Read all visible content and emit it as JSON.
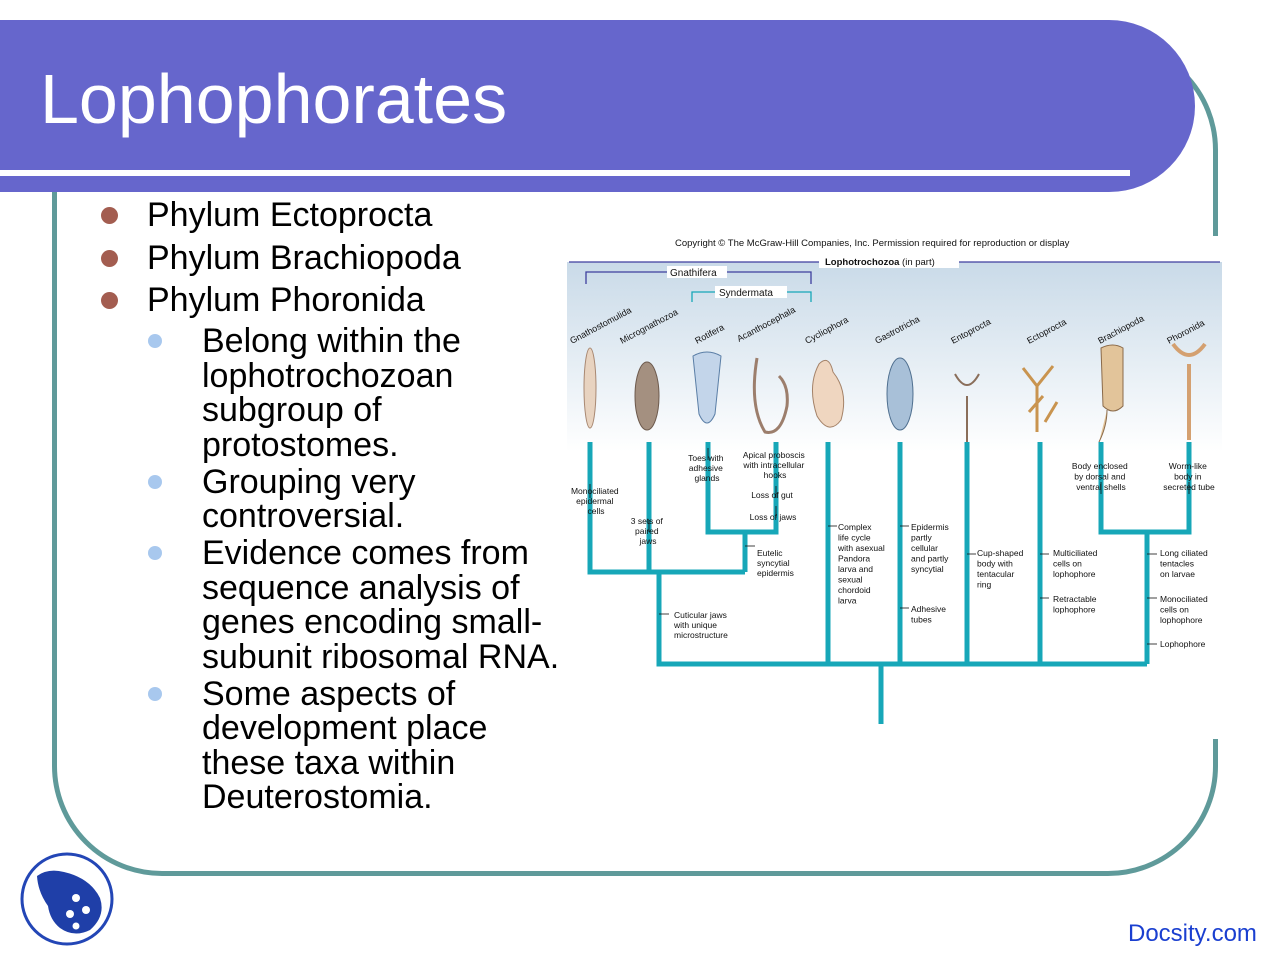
{
  "slide": {
    "title": "Lophophorates",
    "bullets": [
      {
        "text": "Phylum Ectoprocta",
        "sub": []
      },
      {
        "text": "Phylum Brachiopoda",
        "sub": []
      },
      {
        "text": "Phylum Phoronida",
        "sub": [
          "Belong within the lophotrochozoan subgroup of protostomes.",
          "Grouping very controversial.",
          "Evidence comes from sequence analysis of genes encoding small-subunit ribosomal RNA.",
          "Some aspects of development place these taxa within Deuterostomia."
        ]
      }
    ]
  },
  "figure": {
    "copyright": "Copyright © The McGraw-Hill Companies, Inc. Permission required for reproduction or display",
    "group_label": "Lophotrochozoa",
    "group_qualifier": "(in part)",
    "gnathifera_label": "Gnathifera",
    "syndermata_label": "Syndermata",
    "taxa": [
      "Gnathostomulida",
      "Micrognathozoa",
      "Rotifera",
      "Acanthocephala",
      "Cycliophora",
      "Gastrotricha",
      "Entoprocta",
      "Ectoprocta",
      "Brachiopoda",
      "Phoronida"
    ],
    "annotations": {
      "monociliated": [
        "Monociliated",
        "epidermal",
        "cells"
      ],
      "jaws3": [
        "3 sets of",
        "paired",
        "jaws"
      ],
      "toes": [
        "Toes with",
        "adhesive",
        "glands"
      ],
      "proboscis": [
        "Apical proboscis",
        "with intracellular",
        "hooks"
      ],
      "loss_gut": "Loss of gut",
      "loss_jaws": "Loss of jaws",
      "eutelic": [
        "Eutelic",
        "syncytial",
        "epidermis"
      ],
      "cuticular": [
        "Cuticular jaws",
        "with unique",
        "microstructure"
      ],
      "complex": [
        "Complex",
        "life cycle",
        "with asexual",
        "Pandora",
        "larva and",
        "sexual",
        "chordoid",
        "larva"
      ],
      "epidermis": [
        "Epidermis",
        "partly",
        "cellular",
        "and partly",
        "syncytial"
      ],
      "adhesive_tubes": [
        "Adhesive",
        "tubes"
      ],
      "cup": [
        "Cup-shaped",
        "body with",
        "tentacular",
        "ring"
      ],
      "multiciliated": [
        "Multiciliated",
        "cells on",
        "lophophore"
      ],
      "retractable": [
        "Retractable",
        "lophophore"
      ],
      "body_enclosed": [
        "Body enclosed",
        "by dorsal and",
        "ventral shells"
      ],
      "worm_like": [
        "Worm-like",
        "body in",
        "secreted tube"
      ],
      "long_ciliated": [
        "Long ciliated",
        "tentacles",
        "on larvae"
      ],
      "monociliated_lopho": [
        "Monociliated",
        "cells on",
        "lophophore"
      ],
      "lophophore": "Lophophore"
    }
  },
  "footer": {
    "brand": "Docsity.com"
  },
  "colors": {
    "title_bg": "#6666cc",
    "frame": "#5f9a9a",
    "bullet1": "#a35d50",
    "bullet2": "#a8c8ee",
    "tree": "#17a7b8",
    "bracket": "#3e3f9e",
    "brand": "#1a3fd0"
  }
}
